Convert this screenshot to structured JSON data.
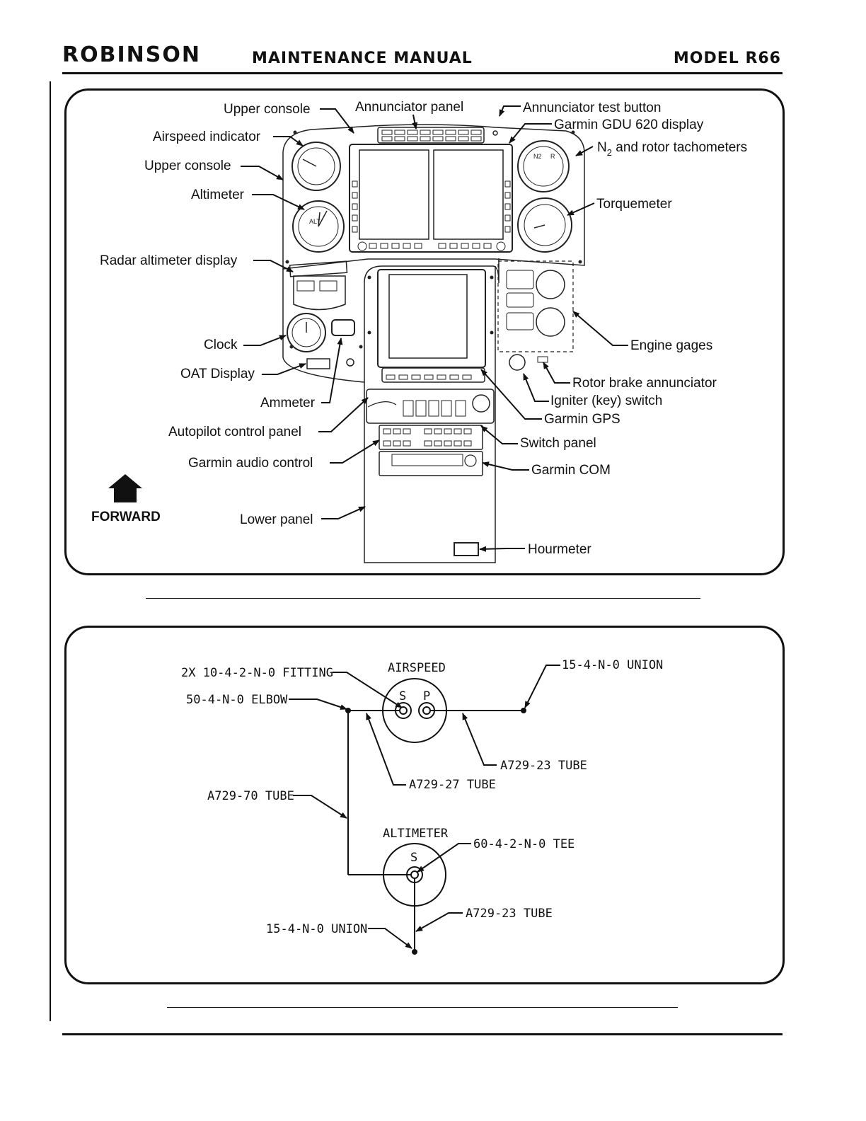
{
  "header": {
    "brand": "ROBINSON",
    "manual": "MAINTENANCE MANUAL",
    "model": "MODEL R66"
  },
  "panel_figure": {
    "labels_left": {
      "upper_console_1": "Upper console",
      "airspeed_indicator": "Airspeed indicator",
      "upper_console_2": "Upper console",
      "altimeter": "Altimeter",
      "radar_altimeter_display": "Radar altimeter display",
      "clock": "Clock",
      "oat_display": "OAT Display",
      "ammeter": "Ammeter",
      "autopilot_control_panel": "Autopilot control panel",
      "garmin_audio_control": "Garmin audio control",
      "lower_panel": "Lower panel"
    },
    "labels_top": {
      "annunciator_panel": "Annunciator panel",
      "annunciator_test_button": "Annunciator test button",
      "garmin_gdu_620_display": "Garmin GDU 620 display"
    },
    "labels_right": {
      "n2_prefix": "N",
      "n2_subscript": "2",
      "n2_suffix": " and rotor tachometers",
      "torquemeter": "Torquemeter",
      "engine_gages": "Engine gages",
      "rotor_brake_annunciator": "Rotor brake annunciator",
      "igniter_key_switch": "Igniter (key) switch",
      "garmin_gps": "Garmin GPS",
      "switch_panel": "Switch panel",
      "garmin_com": "Garmin COM",
      "hourmeter": "Hourmeter"
    },
    "forward_label": "FORWARD",
    "gauge_text": {
      "alt": "ALT",
      "n2": "N2",
      "r": "R"
    }
  },
  "plumbing_figure": {
    "fitting": "2X 10-4-2-N-0 FITTING",
    "elbow": "50-4-N-0 ELBOW",
    "airspeed": "AIRSPEED",
    "airspeed_s": "S",
    "airspeed_p": "P",
    "union_top": "15-4-N-0 UNION",
    "tube_a729_23_upper": "A729-23 TUBE",
    "tube_a729_27": "A729-27 TUBE",
    "tube_a729_70": "A729-70 TUBE",
    "altimeter": "ALTIMETER",
    "altimeter_s": "S",
    "tee": "60-4-2-N-0 TEE",
    "tube_a729_23_lower": "A729-23 TUBE",
    "union_bottom": "15-4-N-0 UNION"
  }
}
